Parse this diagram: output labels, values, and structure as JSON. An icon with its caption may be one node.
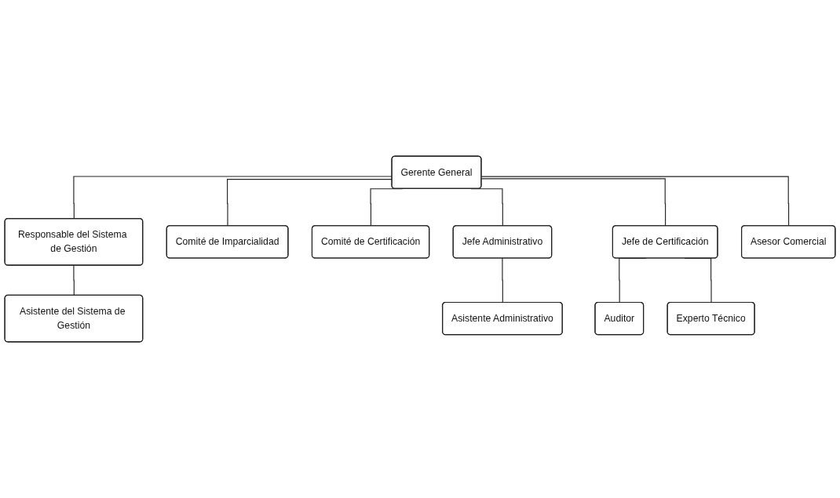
{
  "diagram": {
    "nodes": [
      {
        "text": [
          "Gerente General"
        ]
      },
      {
        "text": [
          "Responsable del Sistema de Gestión"
        ]
      },
      {
        "text": [
          "Asistente del Sistema de Gestión"
        ]
      },
      {
        "text": [
          "Comité de Imparcialidad"
        ]
      },
      {
        "text": [
          "Comité de Certificación"
        ]
      },
      {
        "text": [
          "Jefe Administrativo"
        ]
      },
      {
        "text": [
          "Jefe de Certificación"
        ]
      },
      {
        "text": [
          "Asesor Comercial"
        ]
      },
      {
        "text": [
          "Asistente Administrativo"
        ]
      },
      {
        "text": [
          "Auditor"
        ]
      },
      {
        "text": [
          "Experto Técnico"
        ]
      }
    ],
    "edges": [
      {
        "from": 0,
        "to": 1,
        "arrow": "none"
      },
      {
        "from": 1,
        "to": 2,
        "arrow": "none"
      },
      {
        "from": 0,
        "to": 3,
        "arrow": "none"
      },
      {
        "from": 0,
        "to": 4,
        "arrow": "none"
      },
      {
        "from": 0,
        "to": 5,
        "arrow": "none"
      },
      {
        "from": 0,
        "to": 6,
        "arrow": "none"
      },
      {
        "from": 0,
        "to": 7,
        "arrow": "none"
      },
      {
        "from": 5,
        "to": 8,
        "arrow": "none"
      },
      {
        "from": 6,
        "to": 9,
        "arrow": "none"
      },
      {
        "from": 6,
        "to": 10,
        "arrow": "none"
      }
    ]
  }
}
